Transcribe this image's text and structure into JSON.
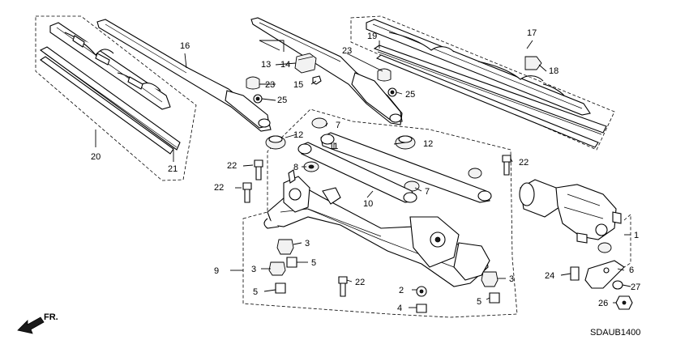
{
  "diagram_code": "SDAUB1400",
  "front_indicator": "FR.",
  "callouts": {
    "n1": "1",
    "n2": "2",
    "n3a": "3",
    "n3b": "3",
    "n3c": "3",
    "n4": "4",
    "n5a": "5",
    "n5b": "5",
    "n5c": "5",
    "n6": "6",
    "n7a": "7",
    "n7b": "7",
    "n8": "8",
    "n9": "9",
    "n10": "10",
    "n11": "11",
    "n12a": "12",
    "n12b": "12",
    "n13": "13",
    "n14": "14",
    "n15": "15",
    "n16": "16",
    "n17": "17",
    "n18": "18",
    "n19": "19",
    "n20": "20",
    "n21": "21",
    "n22a": "22",
    "n22b": "22",
    "n22c": "22",
    "n22d": "22",
    "n23a": "23",
    "n23b": "23",
    "n24": "24",
    "n25a": "25",
    "n25b": "25",
    "n26": "26",
    "n27": "27"
  }
}
